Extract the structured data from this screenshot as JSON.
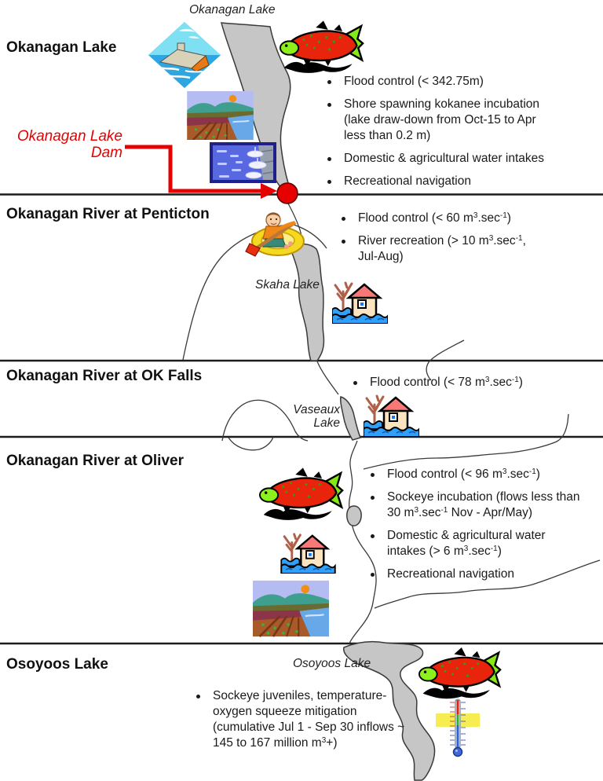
{
  "title": "Okanagan Lake and River system water management objectives diagram",
  "colors": {
    "divider": "#1c1c1c",
    "text": "#1a1a1a",
    "accent_red": "#e60000",
    "lake_fill": "#c6c6c6",
    "lake_stroke": "#3a3a3a",
    "highlight_yellow": "#f6ee50"
  },
  "map_labels": {
    "okanagan_lake": "Okanagan Lake",
    "skaha_lake": "Skaha Lake",
    "vaseaux_line1": "Vaseaux",
    "vaseaux_line2": "Lake",
    "osoyoos_lake": "Osoyoos Lake"
  },
  "dam_label": {
    "line1": "Okanagan Lake",
    "line2": "Dam"
  },
  "sections": [
    {
      "heading": "Okanagan Lake",
      "bullets": [
        [
          {
            "t": "Flood control (< 342.75m)"
          }
        ],
        [
          {
            "t": "Shore spawning kokanee incubation (lake draw-down from Oct-15 to Apr less than 0.2 m)"
          }
        ],
        [
          {
            "t": "Domestic & agricultural water intakes"
          }
        ],
        [
          {
            "t": "Recreational navigation"
          }
        ]
      ]
    },
    {
      "heading": "Okanagan River at Penticton",
      "bullets": [
        [
          {
            "t": "Flood control (< 60 m"
          },
          {
            "sup": "3"
          },
          {
            "t": ".sec"
          },
          {
            "sup": "-1"
          },
          {
            "t": ")"
          }
        ],
        [
          {
            "t": "River recreation (> 10 m"
          },
          {
            "sup": "3"
          },
          {
            "t": ".sec"
          },
          {
            "sup": "-1"
          },
          {
            "t": ", Jul-Aug)"
          }
        ]
      ]
    },
    {
      "heading": "Okanagan River at OK Falls",
      "bullets": [
        [
          {
            "t": "Flood control (< 78 m"
          },
          {
            "sup": "3"
          },
          {
            "t": ".sec"
          },
          {
            "sup": "-1"
          },
          {
            "t": ")"
          }
        ]
      ]
    },
    {
      "heading": "Okanagan River at Oliver",
      "bullets": [
        [
          {
            "t": "Flood control (< 96 m"
          },
          {
            "sup": "3"
          },
          {
            "t": ".sec"
          },
          {
            "sup": "-1"
          },
          {
            "t": ")"
          }
        ],
        [
          {
            "t": "Sockeye incubation (flows less than 30 m"
          },
          {
            "sup": "3"
          },
          {
            "t": ".sec"
          },
          {
            "sup": "-1"
          },
          {
            "t": " Nov - Apr/May)"
          }
        ],
        [
          {
            "t": "Domestic & agricultural water intakes (> 6 m"
          },
          {
            "sup": "3"
          },
          {
            "t": ".sec"
          },
          {
            "sup": "-1"
          },
          {
            "t": ")"
          }
        ],
        [
          {
            "t": "Recreational navigation"
          }
        ]
      ]
    },
    {
      "heading": "Osoyoos Lake",
      "bullets": [
        [
          {
            "t": "Sockeye juveniles, temperature-oxygen squeeze mitigation (cumulative Jul 1 - Sep 30 inflows ~ 145 to 167 million m"
          },
          {
            "sup": "3"
          },
          {
            "t": "+)"
          }
        ]
      ]
    }
  ],
  "icons": {
    "flood-diamond-icon": "house flooded by lake water",
    "farmland-icon": "agricultural fields beside river",
    "marina-icon": "boats moored at marina dock",
    "sockeye-salmon-icon": "sockeye salmon",
    "raft-paddler-icon": "child paddling inflatable raft",
    "flooded-house-icon": "flooded house with bare tree",
    "thermometer-icon": "thermometer with highlighted temperature band",
    "dam-marker-icon": "red dam location marker",
    "dam-arrow-icon": "red arrow pointing at dam"
  }
}
